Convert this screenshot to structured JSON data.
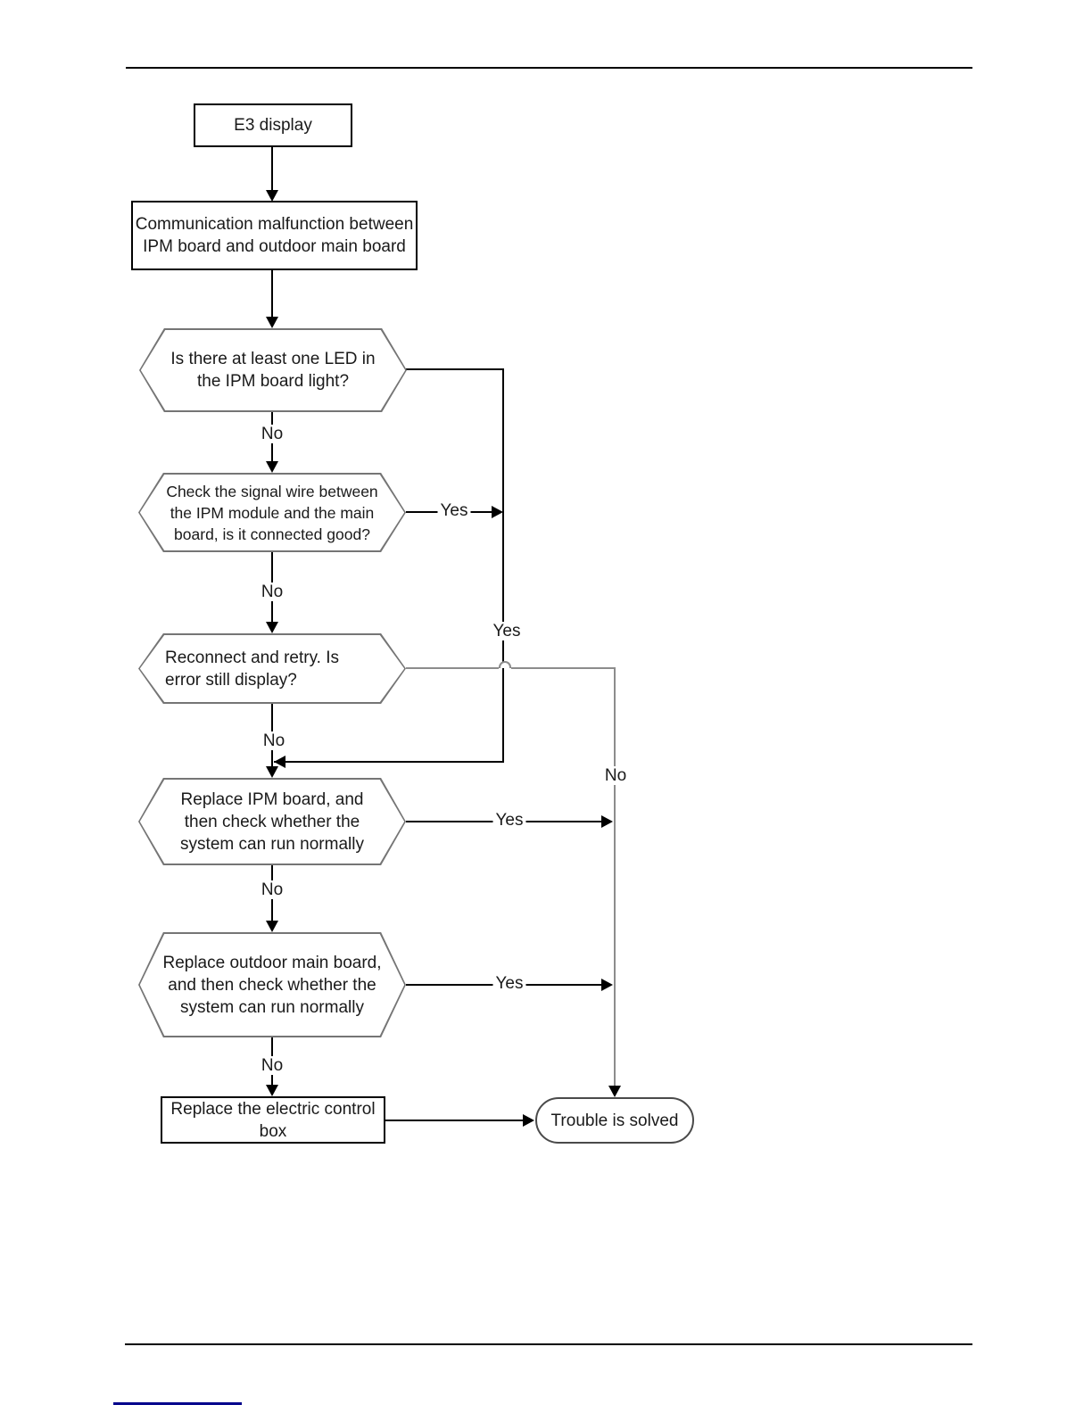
{
  "document": {
    "nodes": {
      "start": "E3 display",
      "malfunction": "Communication malfunction between IPM board and outdoor main board",
      "led_question": "Is there at least one LED in the IPM board light?",
      "signal_question": "Check the signal wire between the IPM module and the main board, is it connected good?",
      "reconnect_question": "Reconnect and retry. Is error still display?",
      "replace_ipm": "Replace IPM board, and then check whether the system can run normally",
      "replace_outdoor": "Replace outdoor main board, and then check whether the system can run normally",
      "replace_electric_box": "Replace the electric control box",
      "trouble_solved": "Trouble is solved"
    },
    "edge_labels": {
      "no": "No",
      "yes": "Yes"
    },
    "colors": {
      "box_border": "#000000",
      "decision_border": "#757575",
      "terminator_border": "#4a4a4a",
      "connector_black": "#000000",
      "connector_gray": "#8c8c8c",
      "footer_link_line": "#00008b",
      "text": "#1a1a1a"
    }
  }
}
